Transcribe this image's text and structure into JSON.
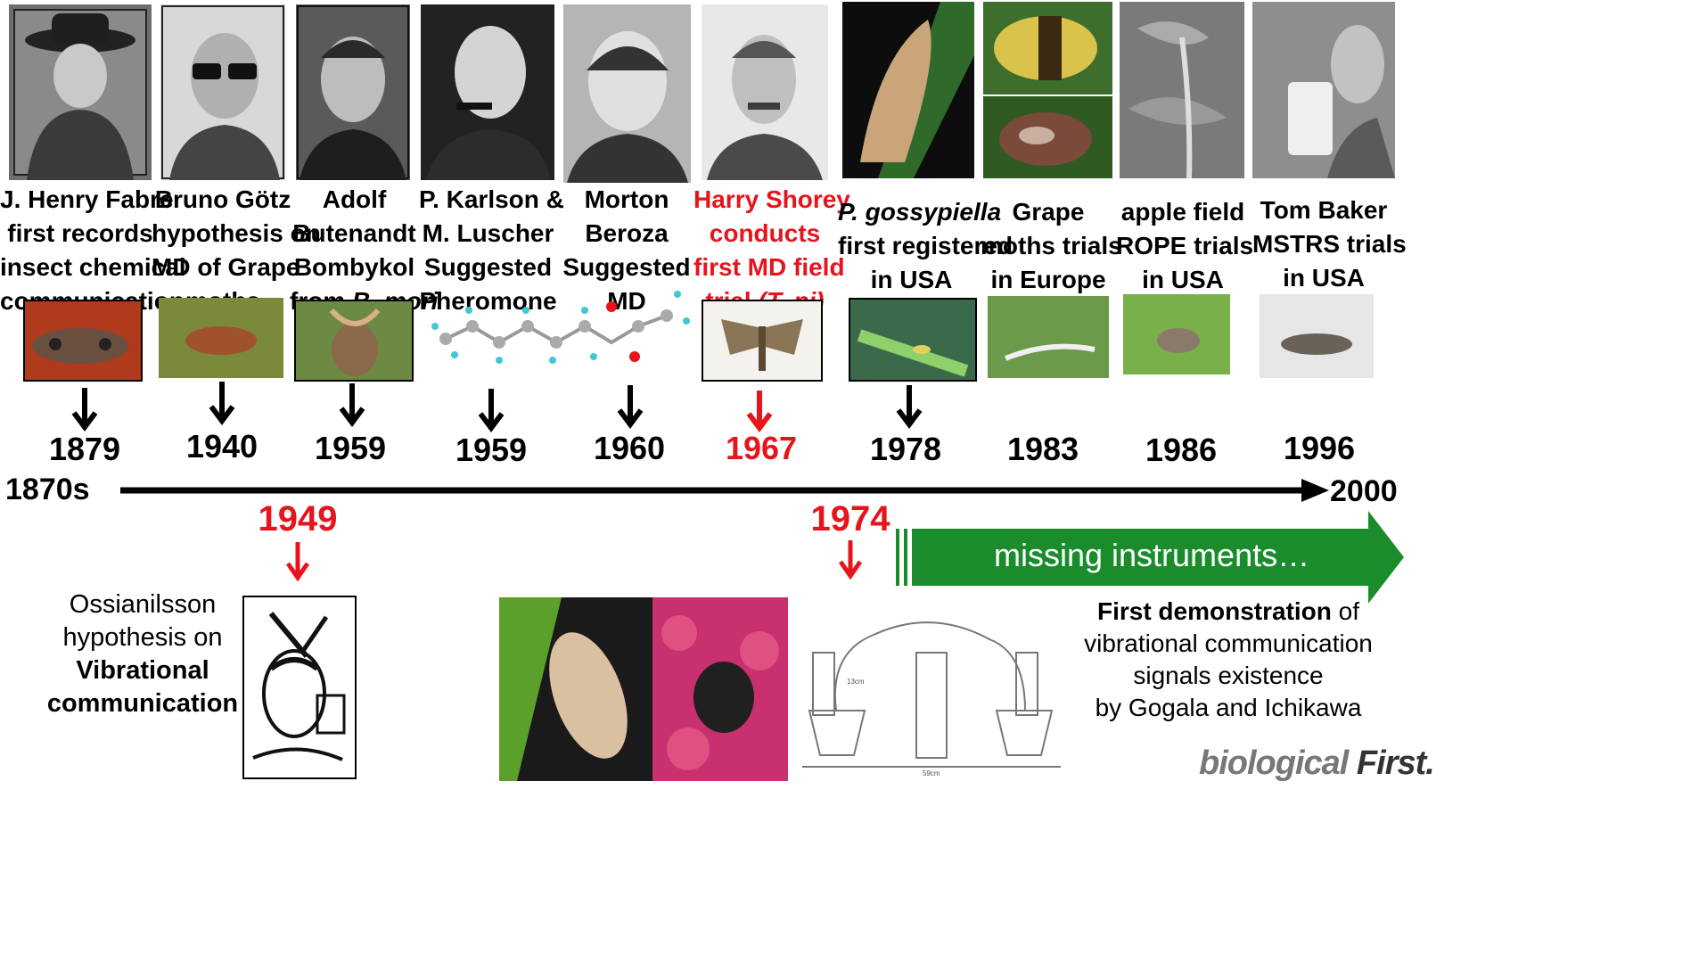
{
  "colors": {
    "red": "#e8141c",
    "green": "#1a8c2c",
    "black": "#000000"
  },
  "timeline": {
    "start_label": "1870s",
    "end_label": "2000"
  },
  "top_events": [
    {
      "year": "1879",
      "lines": [
        "J. Henry Fabre",
        "first records",
        "insect chemical",
        "communication"
      ]
    },
    {
      "year": "1940",
      "lines": [
        "Bruno Götz",
        "hypothesis on",
        "MD of Grape",
        "moths"
      ]
    },
    {
      "year": "1959",
      "lines": [
        "Adolf",
        "Butenandt",
        "Bombykol"
      ],
      "italic_line_prefix": "from ",
      "italic_line_em": "B. mori"
    },
    {
      "year": "1959",
      "lines": [
        "P. Karlson &",
        "M. Luscher",
        "Suggested",
        "Pheromone"
      ]
    },
    {
      "year": "1960",
      "lines": [
        "Morton",
        "Beroza",
        "Suggested",
        "MD"
      ]
    },
    {
      "year": "1967",
      "lines": [
        "Harry Shorey",
        "conducts",
        "first MD field"
      ],
      "italic_line_prefix": "trial ",
      "italic_line_em": "(T. ni)"
    },
    {
      "year": "1978",
      "italic_first": "P. gossypiella",
      "lines": [
        "first registered",
        "in USA"
      ]
    },
    {
      "year": "1983",
      "lines": [
        "Grape",
        "moths trials",
        "in Europe"
      ]
    },
    {
      "year": "1986",
      "lines": [
        "apple field",
        "ROPE trials",
        "in  USA"
      ]
    },
    {
      "year": "1996",
      "lines": [
        "Tom Baker",
        "MSTRS trials",
        "in USA"
      ]
    }
  ],
  "bottom_events": {
    "ossianilsson": {
      "year": "1949",
      "line1": "Ossianilsson",
      "line2": "hypothesis on",
      "bold1": "Vibrational",
      "bold2": "communication"
    },
    "gogala": {
      "year": "1974",
      "bold": "First demonstration",
      "tail": " of",
      "line2": "vibrational communication",
      "line3": "signals existence",
      "line4": "by Gogala and Ichikawa"
    },
    "banner": "missing instruments…",
    "diagram_labels": {
      "height": "13cm",
      "width": "59cm"
    }
  },
  "logo": {
    "text_a": "biological",
    "text_b": "First."
  }
}
